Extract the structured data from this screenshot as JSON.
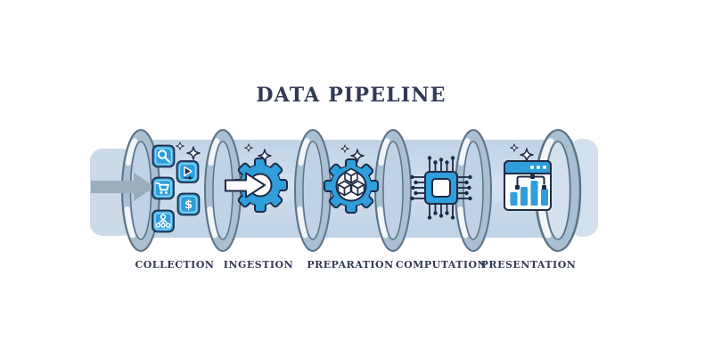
{
  "title": "DATA PIPELINE",
  "stages": [
    {
      "label": "COLLECTION",
      "icon": "collection-source-badges",
      "items": [
        "search",
        "video-play",
        "shopping-cart",
        "dollar",
        "network-tree"
      ]
    },
    {
      "label": "INGESTION",
      "icon": "gear-with-arrow"
    },
    {
      "label": "PREPARATION",
      "icon": "gear-with-cubes"
    },
    {
      "label": "COMPUTATION",
      "icon": "processor-chip"
    },
    {
      "label": "PRESENTATION",
      "icon": "browser-bar-chart"
    }
  ],
  "pipe": {
    "rings": 6,
    "entry_icon": "right-arrow"
  },
  "glyphs": {
    "dollar_sign": "$"
  },
  "colors": {
    "text_dark": "#333a57",
    "icon_blue": "#2f9edb",
    "icon_outline": "#1e2a45",
    "icon_inner_border": "#8ed6f4",
    "pipe_body": "#c6d8ea",
    "pipe_cap": "#d3e0ee",
    "ring_fill": "#a9bfd2",
    "ring_outline": "#5e7385",
    "entry_arrow": "#9cadbc",
    "background": "#ffffff"
  }
}
